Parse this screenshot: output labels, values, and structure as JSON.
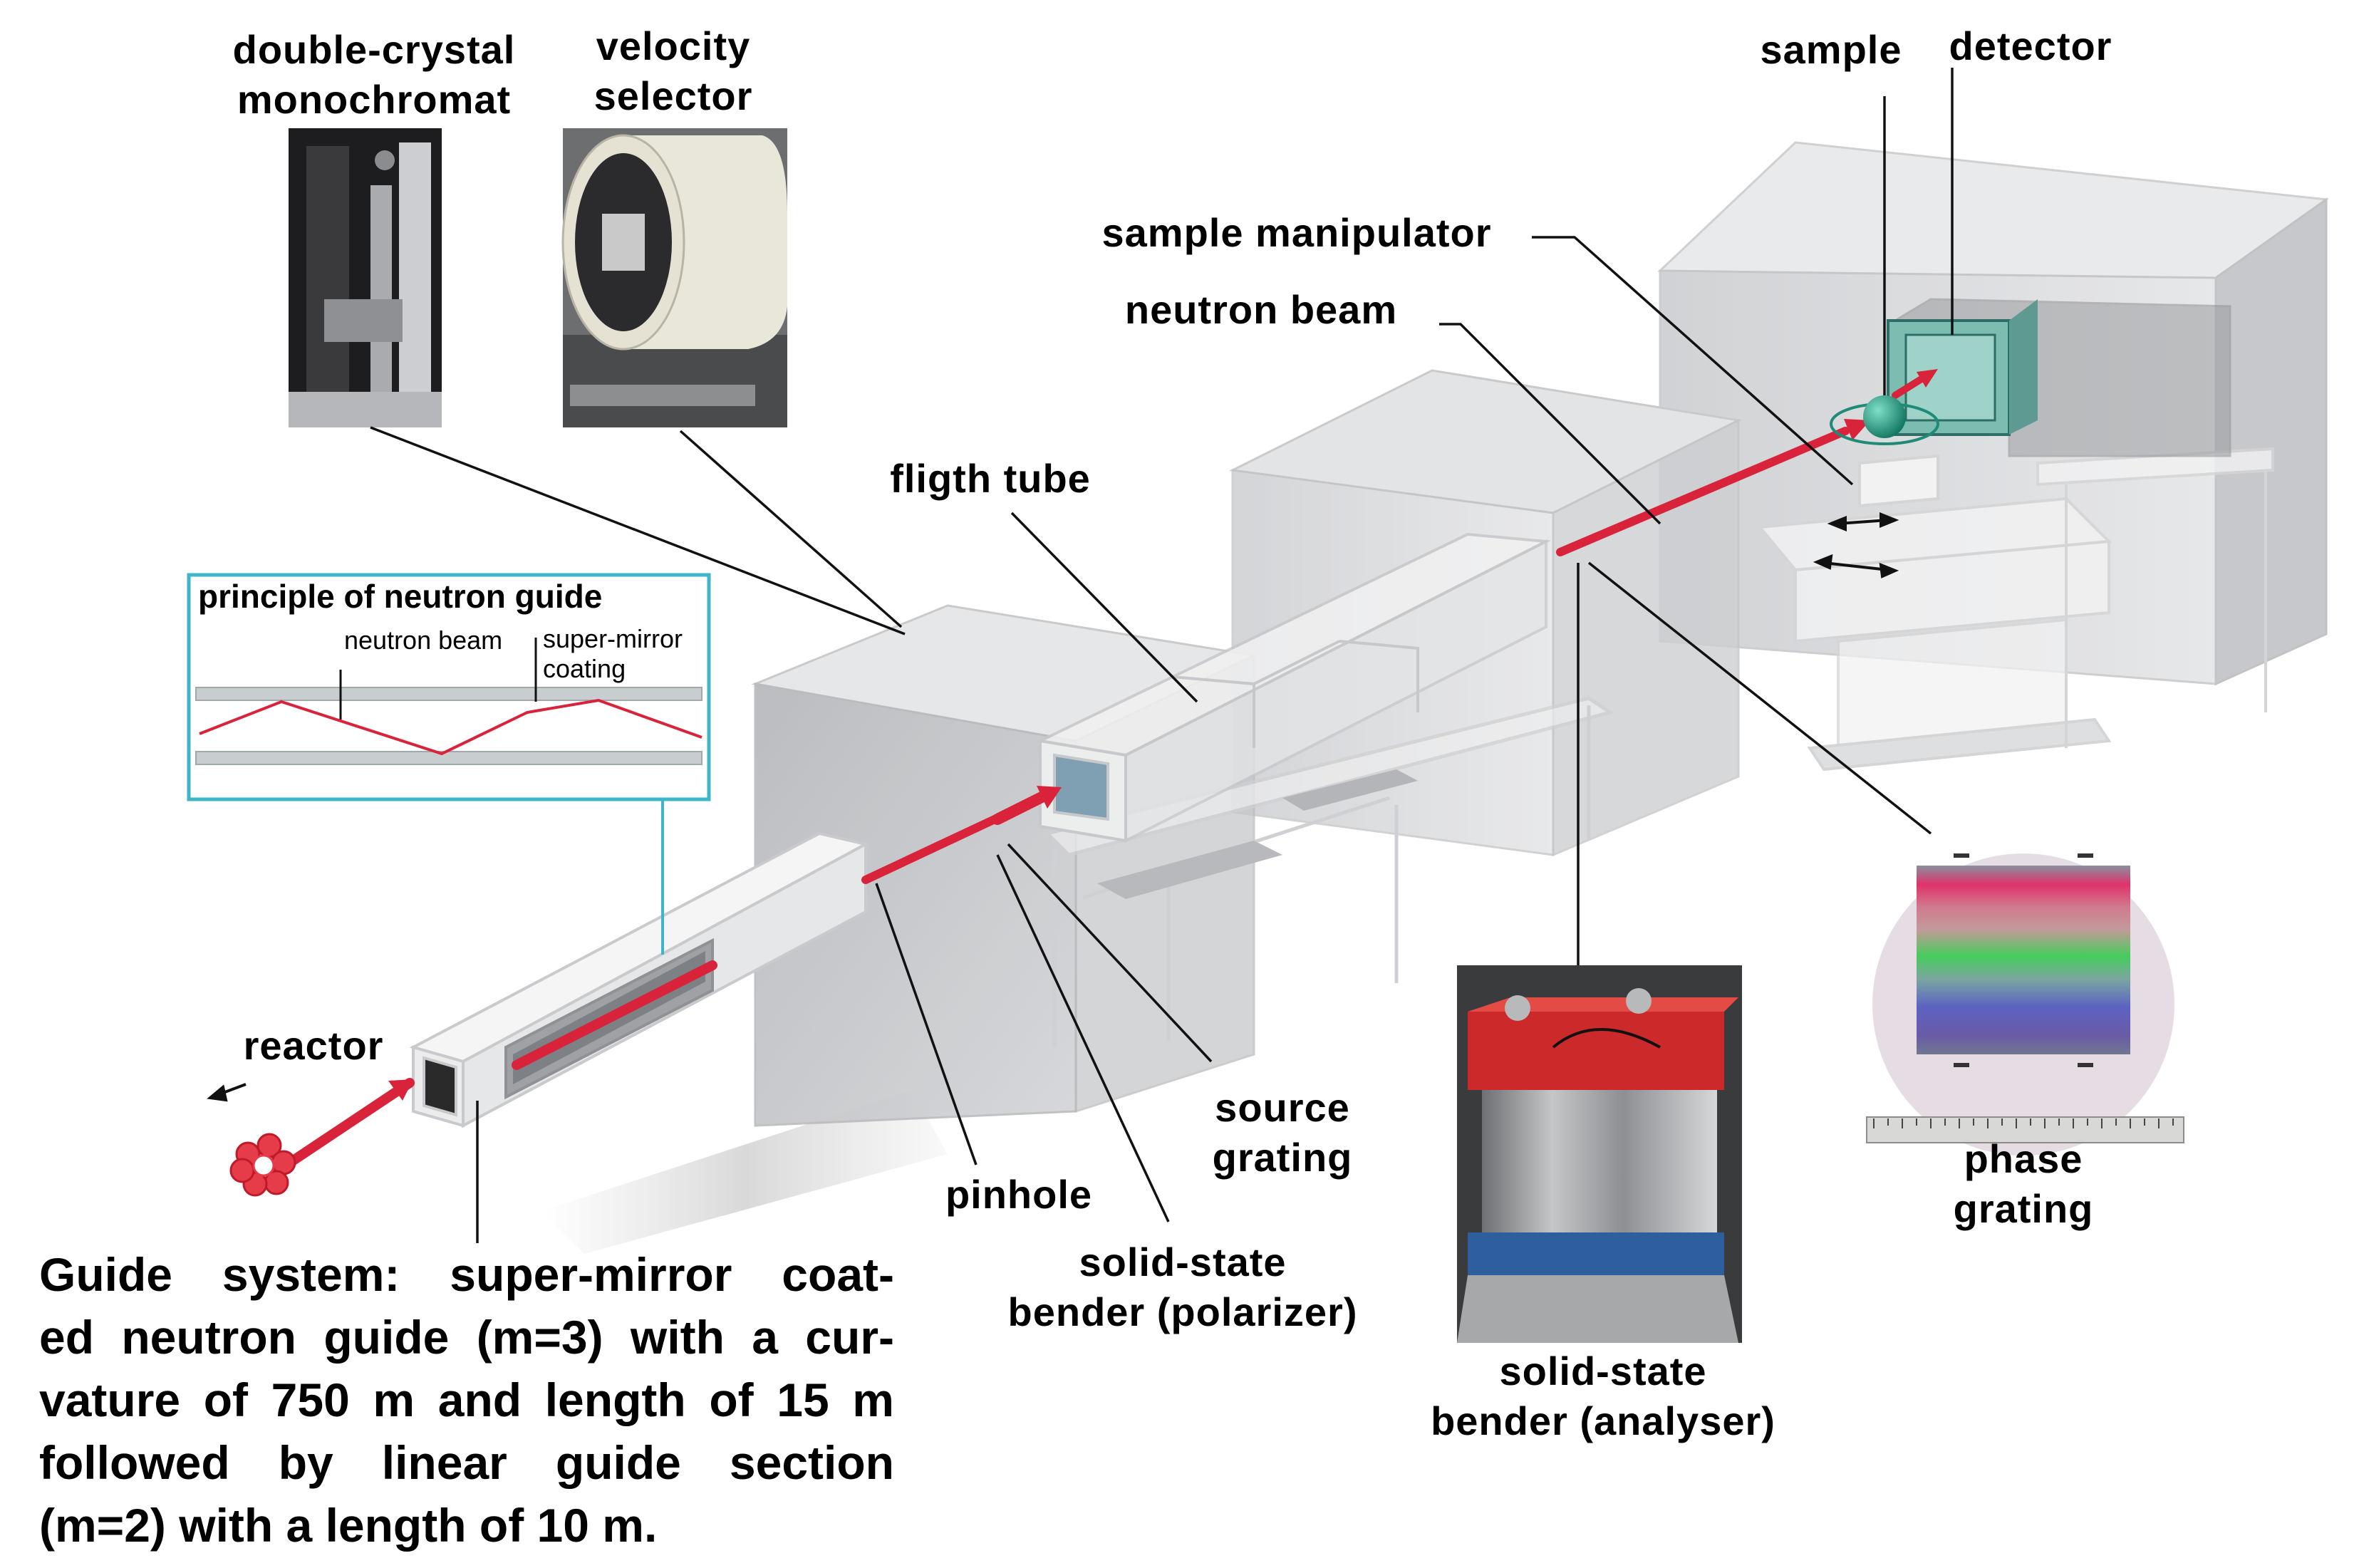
{
  "labels": {
    "monochromator": [
      "double-crystal",
      "monochromat"
    ],
    "velocity_selector": [
      "velocity",
      "selector"
    ],
    "sample": "sample",
    "detector": "detector",
    "sample_manipulator": "sample manipulator",
    "neutron_beam": "neutron beam",
    "flight_tube": "fligth tube",
    "reactor": "reactor",
    "pinhole": "pinhole",
    "source_grating": [
      "source",
      "grating"
    ],
    "bender_polarizer": [
      "solid-state",
      "bender (polarizer)"
    ],
    "bender_analyser": [
      "solid-state",
      "bender (analyser)"
    ],
    "phase_grating": [
      "phase",
      "grating"
    ]
  },
  "inset": {
    "title": "principle of neutron guide",
    "beam_label": "neutron beam",
    "coating_label": [
      "super-mirror",
      "coating"
    ]
  },
  "caption": [
    "Guide system: super-mirror coat-",
    "ed neutron guide (m=3) with a cur-",
    "vature of 750 m and length of 15 m",
    "followed by linear guide section",
    "(m=2) with a length of 10 m."
  ],
  "colors": {
    "beam": "#d8233a",
    "inset_border": "#3fb5c9",
    "enclosure": "#bcbec2",
    "detector": "#6fb3a8",
    "sample_ball": "#1e8a78"
  }
}
